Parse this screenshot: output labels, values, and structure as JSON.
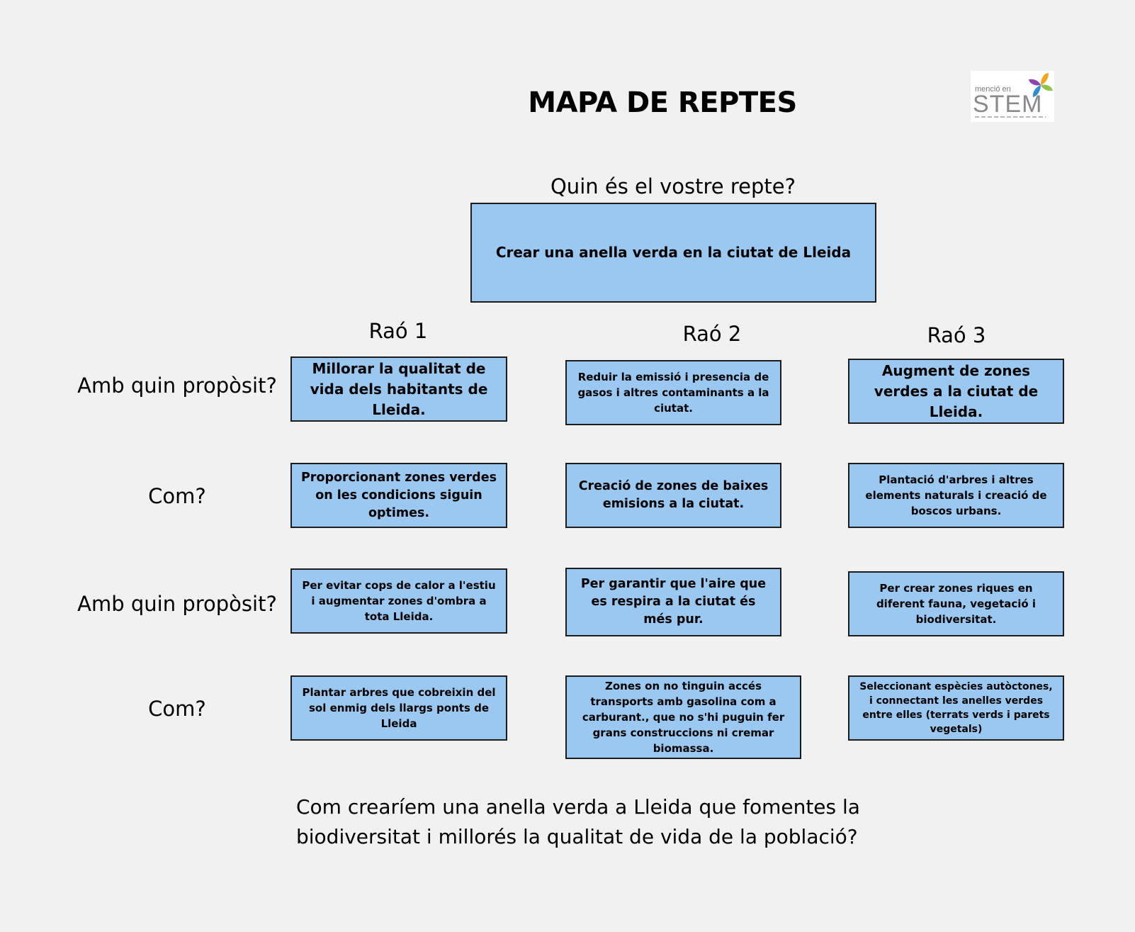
{
  "title": "MAPA DE REPTES",
  "logo": {
    "line1": "menció en",
    "line2": "STEM",
    "colors": [
      "#f2a51c",
      "#8fc34a",
      "#2f8fd0",
      "#8e44ad"
    ]
  },
  "challenge": {
    "question": "Quin és el vostre repte?",
    "text": "Crear una anella verda en la ciutat de Lleida"
  },
  "reasons": [
    {
      "header": "Raó 1",
      "purpose1": "Millorar la qualitat de vida dels habitants de Lleida.",
      "how1": "Proporcionant zones verdes on les condicions siguin optimes.",
      "purpose2": "Per evitar cops de calor a l'estiu i augmentar zones d'ombra a tota Lleida.",
      "how2": "Plantar arbres que cobreixin del sol enmig dels llargs ponts de Lleida"
    },
    {
      "header": "Raó 2",
      "purpose1": "Reduir la emissió i presencia de gasos i altres contaminants a la ciutat.",
      "how1": "Creació de zones de baixes emisions a la ciutat.",
      "purpose2": "Per garantir que l'aire que es respira a la ciutat és més pur.",
      "how2": "Zones on no tinguin accés transports amb gasolina com a carburant., que no s'hi puguin fer grans construccions ni cremar biomassa."
    },
    {
      "header": "Raó 3",
      "purpose1": "Augment de zones verdes a la ciutat de Lleida.",
      "how1": "Plantació d'arbres i altres elements naturals i creació de boscos urbans.",
      "purpose2": "Per crear zones riques en diferent fauna, vegetació i biodiversitat.",
      "how2": "Seleccionant espècies autòctones, i connectant les anelles verdes entre elles (terrats verds i parets vegetals)"
    }
  ],
  "row_labels": {
    "purpose1": "Amb quin propòsit?",
    "how1": "Com?",
    "purpose2": "Amb quin propòsit?",
    "how2": "Com?"
  },
  "bottom_question": "Com crearíem una anella verda a Lleida que fomentes la biodiversitat i millorés la qualitat de vida de la població?"
}
